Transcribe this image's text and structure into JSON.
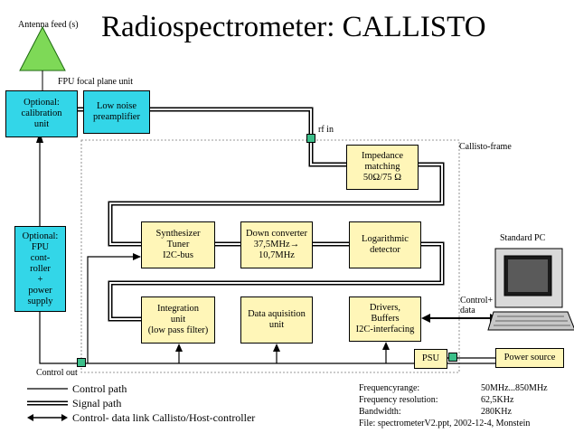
{
  "title": "Radiospectrometer: CALLISTO",
  "labels": {
    "antenna": "Antenna feed (s)",
    "fpu": "FPU focal plane unit",
    "rf_in": "rf in",
    "frame": "Callisto-frame",
    "control_out": "Control out",
    "control_data": "Control+\ndata",
    "standard_pc": "Standard PC"
  },
  "blocks": {
    "calibration": "Optional:\ncalibration\nunit",
    "lna": "Low noise\npreamplifier",
    "fpu_controller": "Optional:\nFPU\ncont-\nroller\n+\npower\nsupply",
    "impedance": "Impedance\nmatching\n50Ω/75 Ω",
    "synthesizer": "Synthesizer\nTuner\nI2C-bus",
    "downconverter": "Down converter\n37,5MHz→\n10,7MHz",
    "log_detector": "Logarithmic\ndetector",
    "integration": "Integration\nunit\n(low pass filter)",
    "data_acq": "Data aquisition\nunit",
    "drivers": "Drivers,\nBuffers\nI2C-interfacing",
    "psu": "PSU",
    "power_source": "Power source"
  },
  "legend": {
    "control": "Control path",
    "signal": "Signal path",
    "link": "Control- data link Callisto/Host-controller"
  },
  "specs": [
    {
      "key": "Frequencyrange:",
      "value": "50MHz...850MHz"
    },
    {
      "key": "Frequency resolution:",
      "value": "62,5KHz"
    },
    {
      "key": "Bandwidth:",
      "value": "280KHz"
    }
  ],
  "file": "File: spectrometerV2.ppt, 2002-12-4, Monstein",
  "colors": {
    "block_cyan": "#33d6e8",
    "block_yellow": "#fff6b8",
    "antenna_green": "#7ed957",
    "port_green": "#3cbf8a"
  }
}
